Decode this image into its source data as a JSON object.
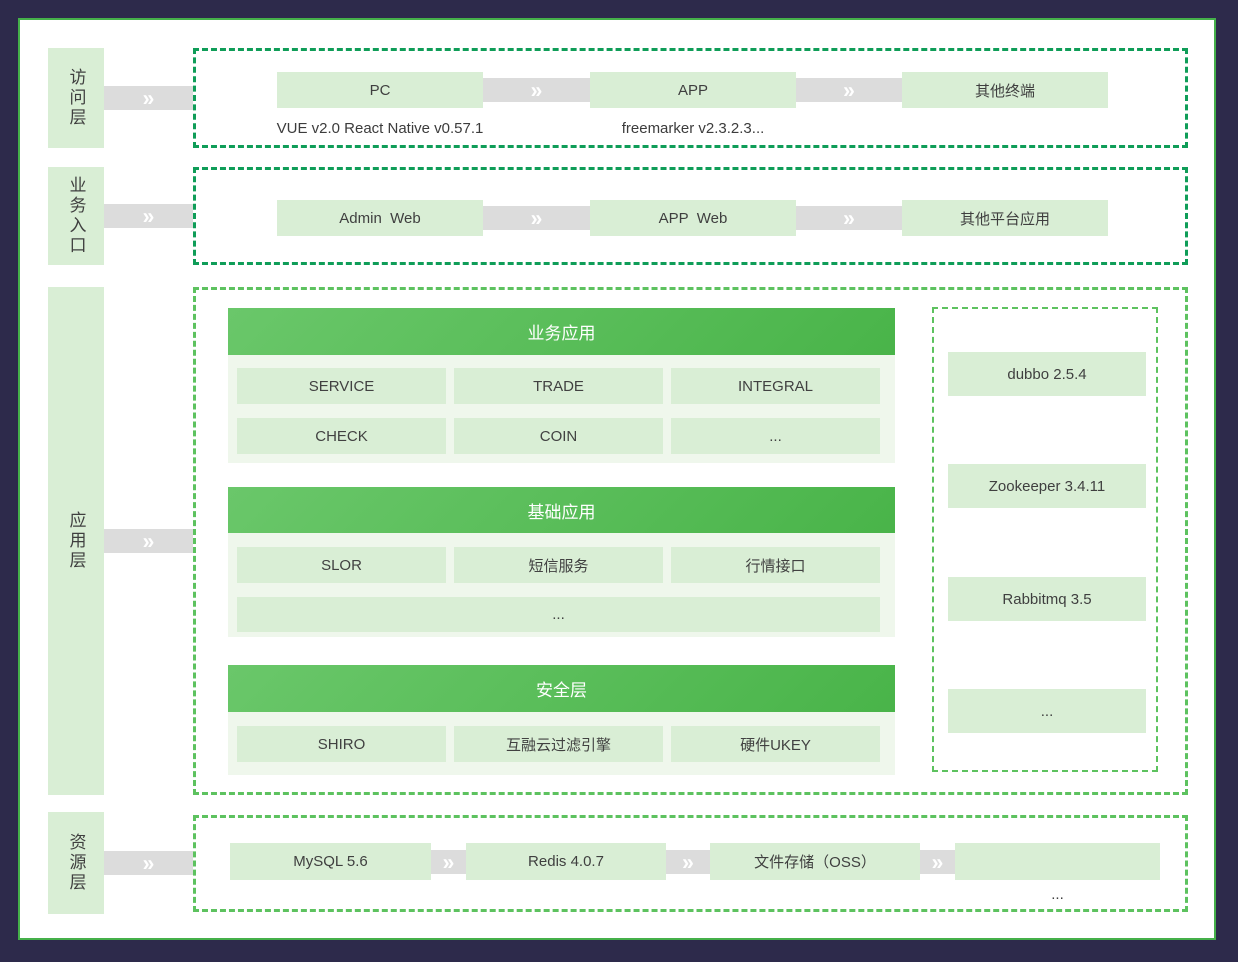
{
  "diagram_title": "layered-architecture-diagram",
  "icons": {
    "chevron_right_double": "»"
  },
  "colors": {
    "frame_bg": "#2D2A4B",
    "panel_border": "#45B04A",
    "dashed_teal": "#0F9D58",
    "dashed_green": "#5DC25F",
    "item_green": "#D9EED5",
    "group_panel_bg": "#EFF7EC",
    "group_header_gradient_start": "#6AC76A",
    "group_header_gradient_end": "#49B449",
    "connector_gray": "#DCDCDC",
    "text_dark": "#3F3F3F"
  },
  "layers": {
    "access": {
      "label": "访问层",
      "items": [
        {
          "label": "PC",
          "sub": "VUE v2.0 React Native v0.57.1"
        },
        {
          "label": "APP",
          "sub": "freemarker v2.3.2.3..."
        },
        {
          "label": "其他终端",
          "sub": ""
        }
      ]
    },
    "entry": {
      "label": "业务入口",
      "items": [
        {
          "label": "Admin  Web"
        },
        {
          "label": "APP  Web"
        },
        {
          "label": "其他平台应用"
        }
      ]
    },
    "application": {
      "label": "应用层",
      "groups": [
        {
          "title": "业务应用",
          "cells": [
            "SERVICE",
            "TRADE",
            "INTEGRAL",
            "CHECK",
            "COIN",
            "..."
          ]
        },
        {
          "title": "基础应用",
          "cells": [
            "SLOR",
            "短信服务",
            "行情接口"
          ],
          "wide_cell": "..."
        },
        {
          "title": "安全层",
          "cells": [
            "SHIRO",
            "互融云过滤引擎",
            "硬件UKEY"
          ]
        }
      ],
      "middleware": {
        "items": [
          "dubbo 2.5.4",
          "Zookeeper 3.4.11",
          "Rabbitmq 3.5",
          "..."
        ]
      }
    },
    "resource": {
      "label": "资源层",
      "items": [
        {
          "label": "MySQL 5.6"
        },
        {
          "label": "Redis 4.0.7"
        },
        {
          "label": "文件存储（OSS）"
        },
        {
          "label": ""
        }
      ],
      "more": "..."
    }
  }
}
